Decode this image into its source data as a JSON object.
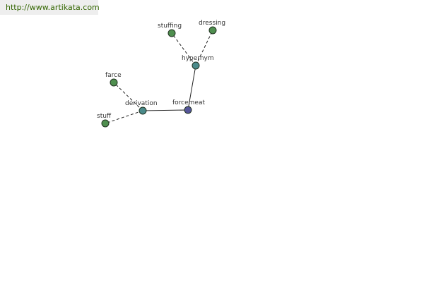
{
  "header": {
    "source_url": "http://www.artikata.com"
  },
  "colors": {
    "root": "#555599",
    "relation": "#4a8a8a",
    "leaf": "#4f8f4f",
    "edge": "#222222",
    "watermark_bg": "#eeeeee",
    "watermark_text": "#336600"
  },
  "graph": {
    "nodes": [
      {
        "id": "forcemeat",
        "label": "forcemeat",
        "kind": "root"
      },
      {
        "id": "hypernym",
        "label": "hypernym",
        "kind": "relation"
      },
      {
        "id": "derivation",
        "label": "derivation",
        "kind": "relation"
      },
      {
        "id": "stuffing",
        "label": "stuffing",
        "kind": "leaf"
      },
      {
        "id": "dressing",
        "label": "dressing",
        "kind": "leaf"
      },
      {
        "id": "farce",
        "label": "farce",
        "kind": "leaf"
      },
      {
        "id": "stuff",
        "label": "stuff",
        "kind": "leaf"
      }
    ],
    "edges": [
      {
        "from": "forcemeat",
        "to": "hypernym",
        "style": "solid"
      },
      {
        "from": "forcemeat",
        "to": "derivation",
        "style": "solid"
      },
      {
        "from": "hypernym",
        "to": "stuffing",
        "style": "dashed"
      },
      {
        "from": "hypernym",
        "to": "dressing",
        "style": "dashed"
      },
      {
        "from": "derivation",
        "to": "farce",
        "style": "dashed"
      },
      {
        "from": "derivation",
        "to": "stuff",
        "style": "dashed"
      }
    ]
  }
}
